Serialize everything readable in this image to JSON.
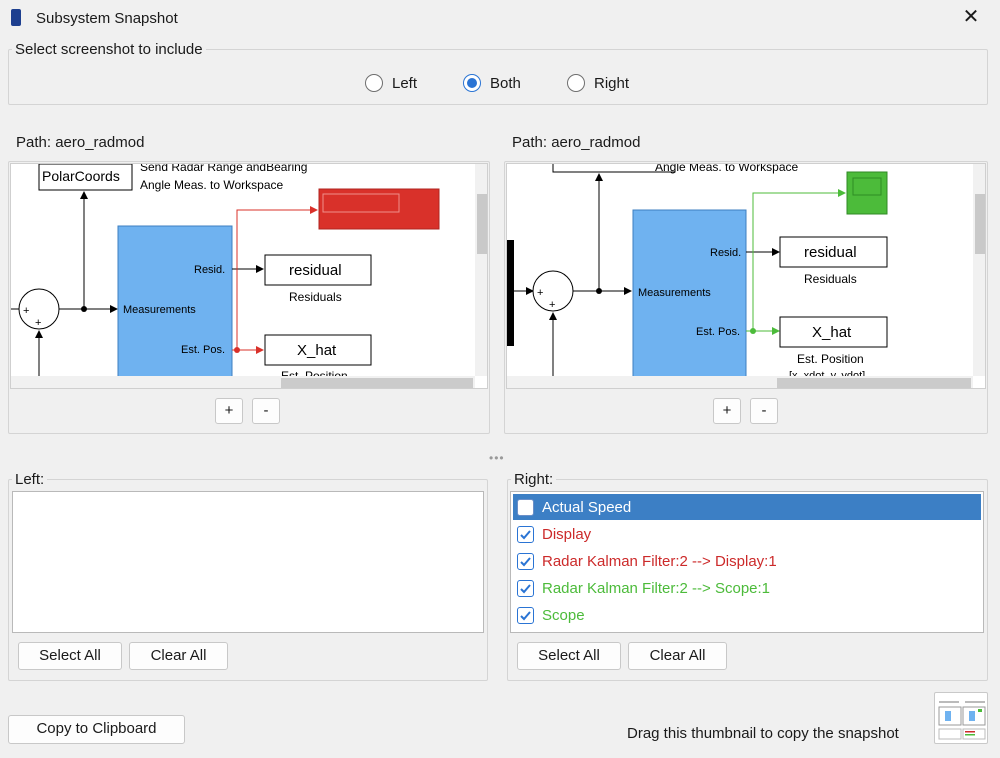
{
  "window": {
    "title": "Subsystem Snapshot",
    "close_symbol": "✕"
  },
  "select_group": {
    "legend": "Select screenshot to include",
    "options": [
      {
        "label": "Left",
        "selected": false
      },
      {
        "label": "Both",
        "selected": true
      },
      {
        "label": "Right",
        "selected": false
      }
    ]
  },
  "left_view": {
    "path": "Path: aero_radmod",
    "zoom_in": "+",
    "zoom_out": "-",
    "diagram": {
      "polar_block": "PolarCoords",
      "note_line1": "Send Radar Range andBearing",
      "note_line2": "Angle Meas. to Workspace",
      "in_port": "Measurements",
      "out_port_1": "Resid.",
      "out_port_2": "Est. Pos.",
      "residual_block": "residual",
      "residual_caption": "Residuals",
      "xhat_block": "X_hat",
      "xhat_caption": "Est. Position",
      "highlight_color": "#d9312a"
    }
  },
  "right_view": {
    "path": "Path: aero_radmod",
    "zoom_in": "+",
    "zoom_out": "-",
    "diagram": {
      "note_line2": "Angle Meas. to Workspace",
      "in_port": "Measurements",
      "out_port_1": "Resid.",
      "out_port_2": "Est. Pos.",
      "residual_block": "residual",
      "residual_caption": "Residuals",
      "xhat_block": "X_hat",
      "xhat_caption": "Est. Position",
      "xhat_caption2": "[x, xdot, y, ydot]",
      "highlight_color": "#4cbb3a"
    }
  },
  "left_list": {
    "legend": "Left:",
    "items": [],
    "select_all": "Select All",
    "clear_all": "Clear All"
  },
  "right_list": {
    "legend": "Right:",
    "items": [
      {
        "label": "Actual Speed",
        "checked": false,
        "selected": true,
        "color": "#ffffff"
      },
      {
        "label": "Display",
        "checked": true,
        "selected": false,
        "color": "#cc2a2a"
      },
      {
        "label": "Radar Kalman Filter:2 --> Display:1",
        "checked": true,
        "selected": false,
        "color": "#cc2a2a"
      },
      {
        "label": "Radar Kalman Filter:2 --> Scope:1",
        "checked": true,
        "selected": false,
        "color": "#4cbb3a"
      },
      {
        "label": "Scope",
        "checked": true,
        "selected": false,
        "color": "#4cbb3a"
      }
    ],
    "select_all": "Select All",
    "clear_all": "Clear All"
  },
  "footer": {
    "copy_button": "Copy to Clipboard",
    "drag_hint": "Drag this thumbnail to copy the snapshot"
  },
  "colors": {
    "block_blue": "#6fb2f0",
    "selection_blue": "#3c7fc5",
    "radio_accent": "#2a74d4"
  }
}
